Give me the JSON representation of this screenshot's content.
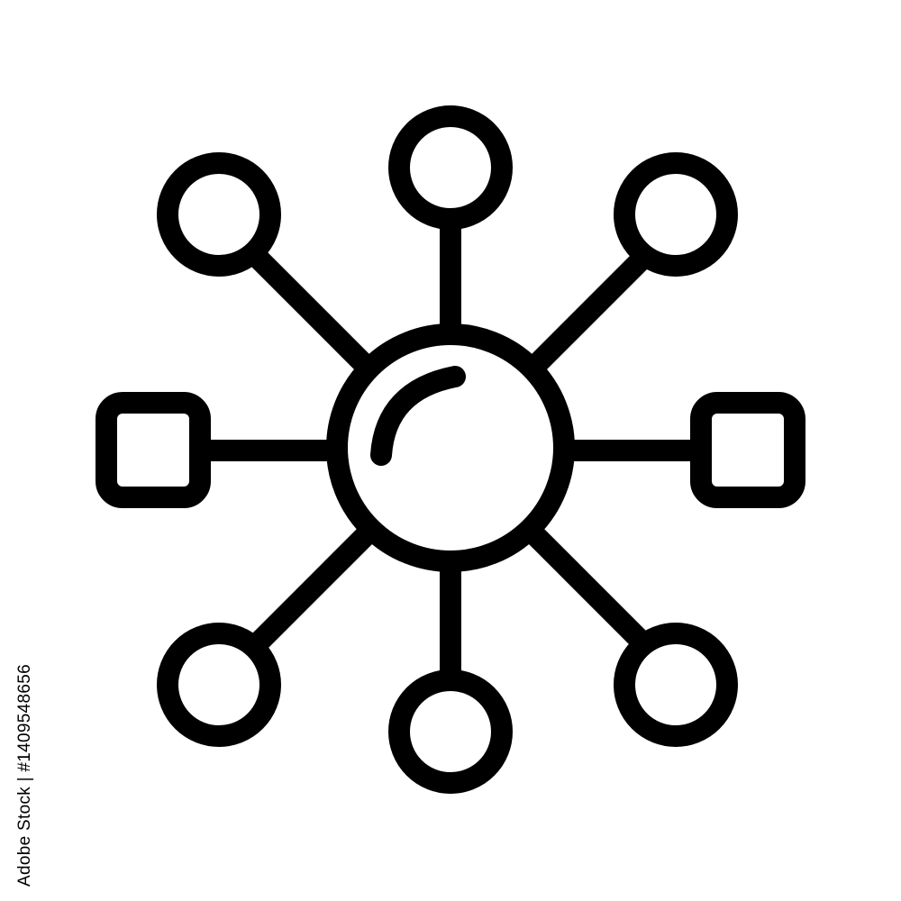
{
  "icon": {
    "name": "network-hub-icon",
    "stroke_color": "#000000",
    "background_color": "#ffffff",
    "satellite_nodes": [
      {
        "name": "node-top",
        "shape": "circle"
      },
      {
        "name": "node-top-right",
        "shape": "circle"
      },
      {
        "name": "node-right",
        "shape": "square"
      },
      {
        "name": "node-bottom-right",
        "shape": "circle"
      },
      {
        "name": "node-bottom",
        "shape": "circle"
      },
      {
        "name": "node-bottom-left",
        "shape": "circle"
      },
      {
        "name": "node-left",
        "shape": "square"
      },
      {
        "name": "node-top-left",
        "shape": "circle"
      }
    ]
  },
  "watermark": {
    "stock_id": "Adobe Stock | #1409548656",
    "text_color": "#000000"
  }
}
